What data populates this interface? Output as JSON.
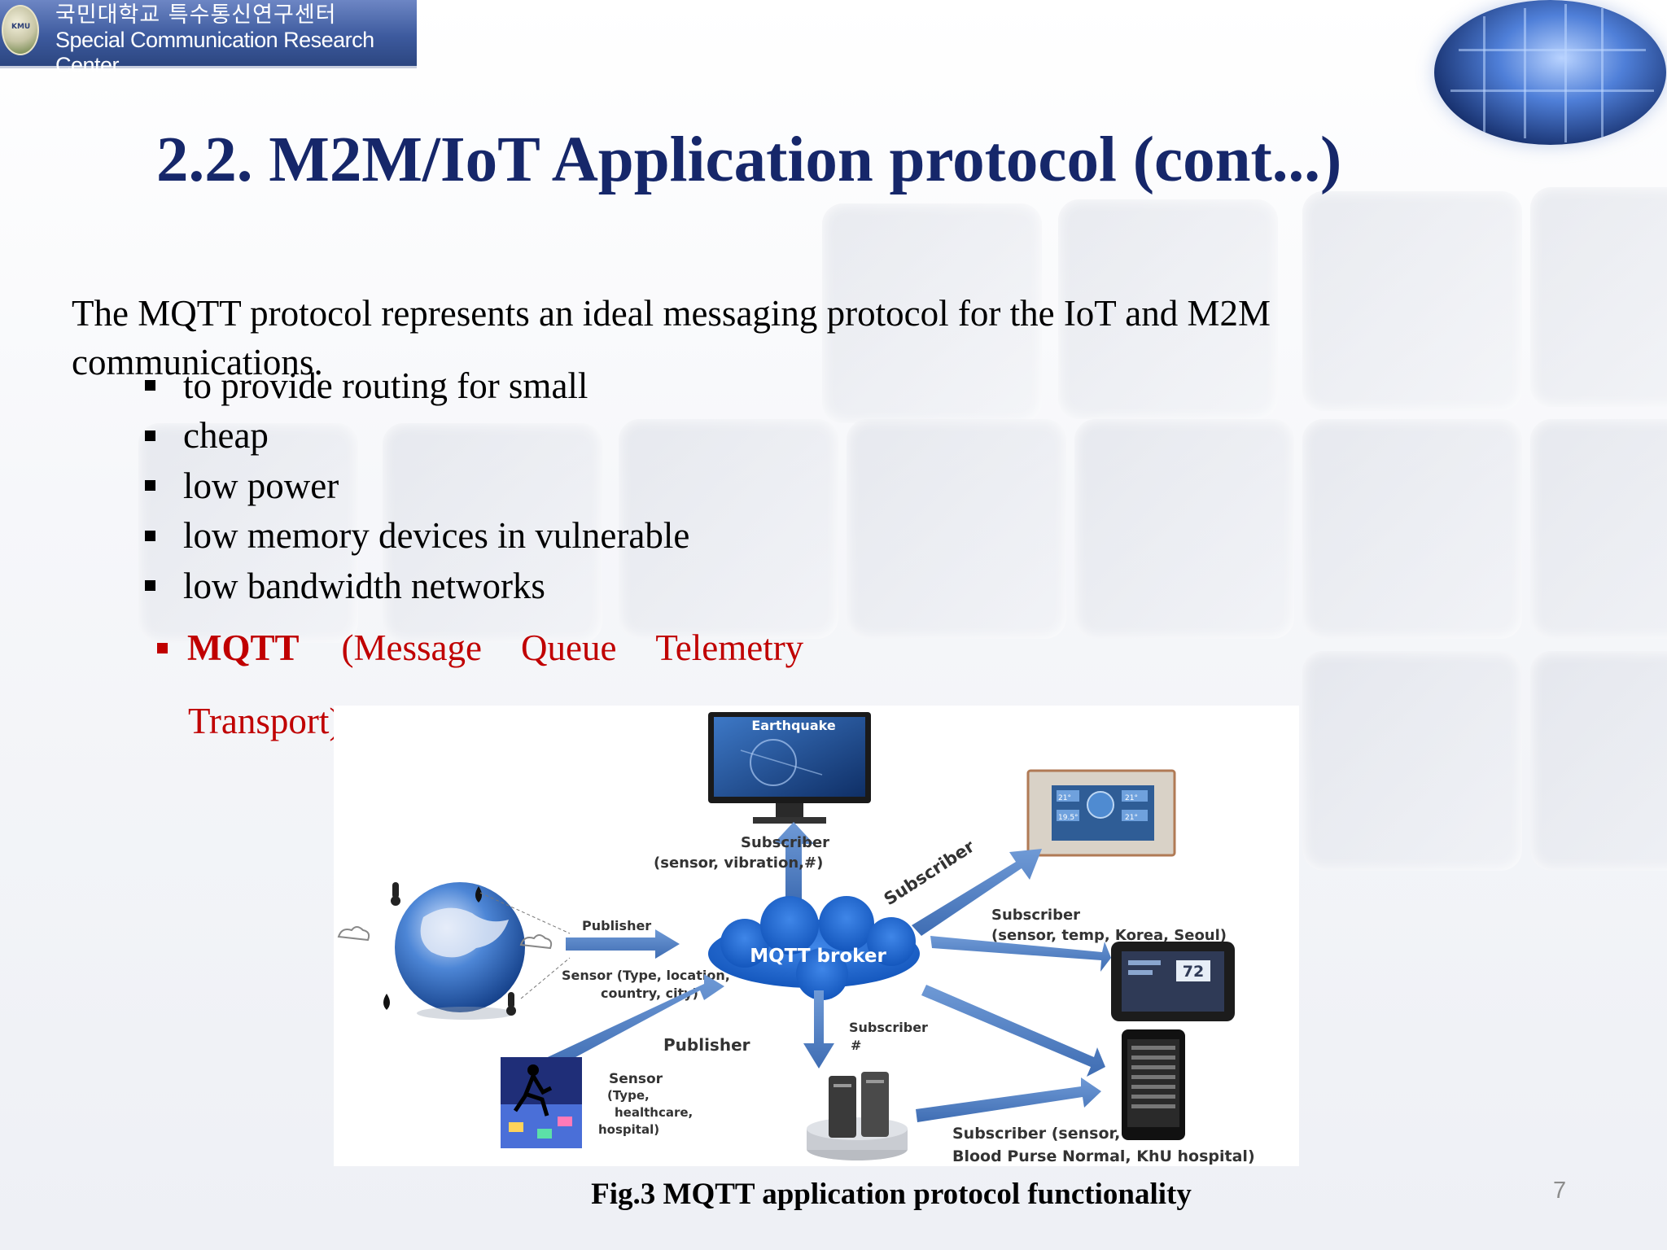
{
  "header": {
    "logo_korean": "국민대학교 특수통신연구센터",
    "logo_english": "Special Communication Research Center",
    "emblem_text": "KMU"
  },
  "slide": {
    "title": "2.2. M2M/IoT Application protocol (cont...)",
    "intro": "The MQTT protocol represents an ideal messaging protocol for the IoT and M2M communications.",
    "bullets": [
      "to provide routing for small",
      "cheap",
      "low power",
      "low memory devices in vulnerable",
      "low bandwidth networks"
    ],
    "mqtt_heading": {
      "abbr": "MQTT",
      "word1": "(Message",
      "word2": "Queue",
      "word3": "Telemetry",
      "word4": "Transport)"
    },
    "figure": {
      "earthquake_label": "Earthquake",
      "subscriber_top": "Subscriber",
      "subscriber_top_detail": "(sensor, vibration,#)",
      "subscriber_diagonal": "Subscriber",
      "subscriber_right": "Subscriber",
      "subscriber_right_detail": "(sensor, temp, Korea, Seoul)",
      "publisher_top": "Publisher",
      "sensor_top_detail_1": "Sensor (Type, location,",
      "sensor_top_detail_2": "country, city)",
      "broker": "MQTT broker",
      "publisher_bottom": "Publisher",
      "sensor_bottom_1": "Sensor",
      "sensor_bottom_2": "(Type,",
      "sensor_bottom_3": "healthcare,",
      "sensor_bottom_4": "hospital)",
      "subscriber_down": "Subscriber",
      "subscriber_down_detail": "#",
      "subscriber_bottom_1": "Subscriber (sensor,",
      "subscriber_bottom_2": "Blood Purse Normal, KhU hospital)",
      "thermostat_value": "72",
      "tablet_temps": [
        "21°",
        "21°",
        "19.5°",
        "21°"
      ]
    },
    "caption": "Fig.3 MQTT application protocol functionality",
    "page_number": "7"
  },
  "colors": {
    "title": "#16276a",
    "highlight": "#c00000",
    "arrow": "#4f81bd",
    "broker": "#1f5fbf"
  }
}
